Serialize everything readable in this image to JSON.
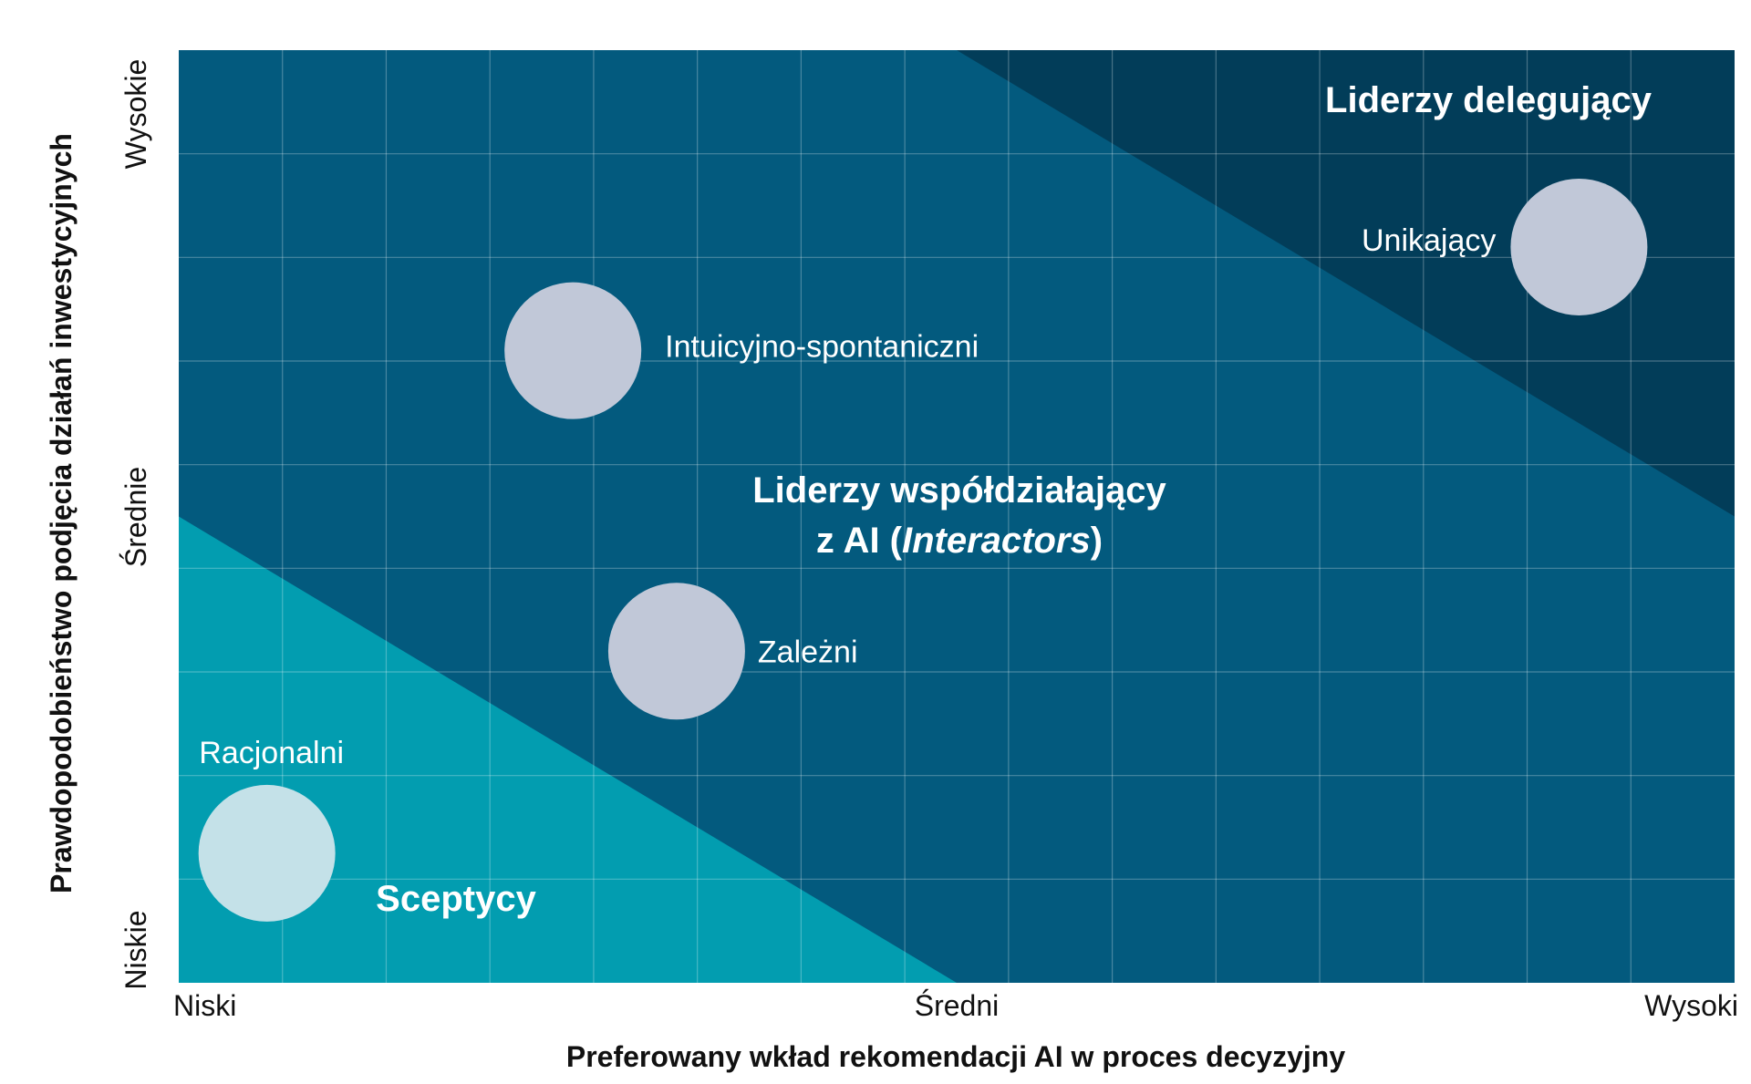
{
  "chart_data": {
    "type": "scatter",
    "xlabel": "Preferowany wkład rekomendacji AI w proces decyzyjny",
    "ylabel": "Prawdopodobieństwo podjęcia działań inwestycyjnych",
    "xlim": [
      0,
      15
    ],
    "ylim": [
      0,
      9
    ],
    "x_tick_labels": [
      {
        "value": 0,
        "label": "Niski"
      },
      {
        "value": 7.5,
        "label": "Średni"
      },
      {
        "value": 15,
        "label": "Wysoki"
      }
    ],
    "y_tick_labels": [
      {
        "value": 0.5,
        "label": "Niskie"
      },
      {
        "value": 4.5,
        "label": "Średnie"
      },
      {
        "value": 8.5,
        "label": "Wysokie"
      }
    ],
    "grid": true,
    "regions": [
      {
        "name": "Sceptycy",
        "polygon": [
          [
            0,
            0
          ],
          [
            7.5,
            0
          ],
          [
            0,
            4.5
          ]
        ]
      },
      {
        "name": "Liderzy współdziałający z AI (Interactors)",
        "name_line1": "Liderzy współdziałający",
        "name_line2_prefix": "z AI (",
        "name_line2_italic": "Interactors",
        "name_line2_suffix": ")"
      },
      {
        "name": "Liderzy delegujący",
        "polygon": [
          [
            7.5,
            9
          ],
          [
            15,
            9
          ],
          [
            15,
            4.5
          ]
        ]
      }
    ],
    "series": [
      {
        "name": "Racjonalni",
        "x": 0.85,
        "y": 1.25
      },
      {
        "name": "Zależni",
        "x": 4.8,
        "y": 3.2
      },
      {
        "name": "Intuicyjno-spontaniczni",
        "x": 3.8,
        "y": 6.1
      },
      {
        "name": "Unikający",
        "x": 13.5,
        "y": 7.1
      }
    ]
  },
  "colors": {
    "sceptycy": "#029db0",
    "interactors": "#035a7e",
    "delegujacy": "#023d59",
    "bubble": "#c1c8d8",
    "bubble_light": "#c4e1e8",
    "axis_text": "#111111",
    "region_text": "#ffffff"
  }
}
